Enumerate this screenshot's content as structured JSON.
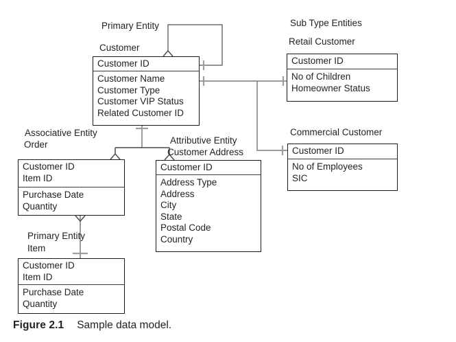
{
  "figure_caption": {
    "label": "Figure 2.1",
    "text": "Sample data model."
  },
  "annotations": {
    "customer_role": "Primary Entity",
    "customer_name": "Customer",
    "subtype_group": "Sub Type Entities",
    "retail_name": "Retail Customer",
    "commercial_name": "Commercial Customer",
    "order_role": "Associative Entity",
    "order_name": "Order",
    "address_role": "Attributive Entity",
    "address_name": "Customer Address",
    "item_role": "Primary Entity",
    "item_name": "Item"
  },
  "entities": {
    "customer": {
      "key": [
        "Customer ID"
      ],
      "attributes": [
        "Customer Name",
        "Customer Type",
        "Customer VIP Status",
        "Related Customer ID"
      ]
    },
    "retail_customer": {
      "key": [
        "Customer ID"
      ],
      "attributes": [
        "No of Children",
        "Homeowner Status"
      ]
    },
    "commercial_customer": {
      "key": [
        "Customer ID"
      ],
      "attributes": [
        "No of Employees",
        "SIC"
      ]
    },
    "order": {
      "key": [
        "Customer ID",
        "Item ID"
      ],
      "attributes": [
        "Purchase Date",
        "Quantity"
      ]
    },
    "customer_address": {
      "key": [
        "Customer ID"
      ],
      "attributes": [
        "Address Type",
        "Address",
        "City",
        "State",
        "Postal Code",
        "Country"
      ]
    },
    "item": {
      "key": [
        "Customer ID",
        "Item ID"
      ],
      "attributes": [
        "Purchase Date",
        "Quantity"
      ]
    }
  },
  "colors": {
    "connector": "#8b8b8b",
    "connector_dark": "#4a4a4a",
    "box_border": "#1c1c1c",
    "text": "#231f20"
  }
}
